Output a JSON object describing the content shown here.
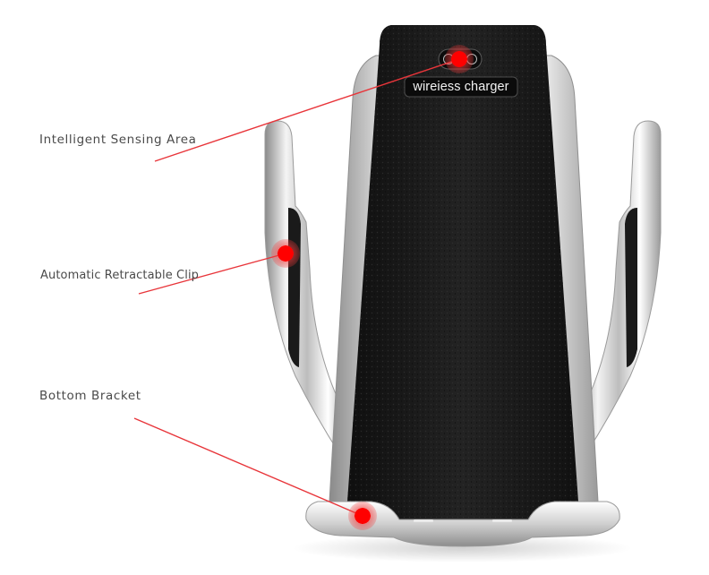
{
  "product": {
    "badge_text": "wireiess charger"
  },
  "callouts": [
    {
      "id": "sensing",
      "label": "Intelligent Sensing Area",
      "line_from": [
        173,
        180
      ],
      "line_to": [
        513,
        66
      ],
      "dot": [
        513,
        66
      ]
    },
    {
      "id": "clip",
      "label": "Automatic Retractable Clip",
      "line_from": [
        155,
        328
      ],
      "line_to": [
        319,
        283
      ],
      "dot": [
        319,
        283
      ]
    },
    {
      "id": "bracket",
      "label": "Bottom Bracket",
      "line_from": [
        150,
        467
      ],
      "line_to": [
        405,
        576
      ],
      "dot": [
        405,
        576
      ]
    }
  ],
  "colors": {
    "leader_line": "#e8353a",
    "dot": "#ff0000",
    "leather": "#1b1b1b",
    "chrome": "#c9c9c9",
    "label_text": "#4a4a4a"
  }
}
